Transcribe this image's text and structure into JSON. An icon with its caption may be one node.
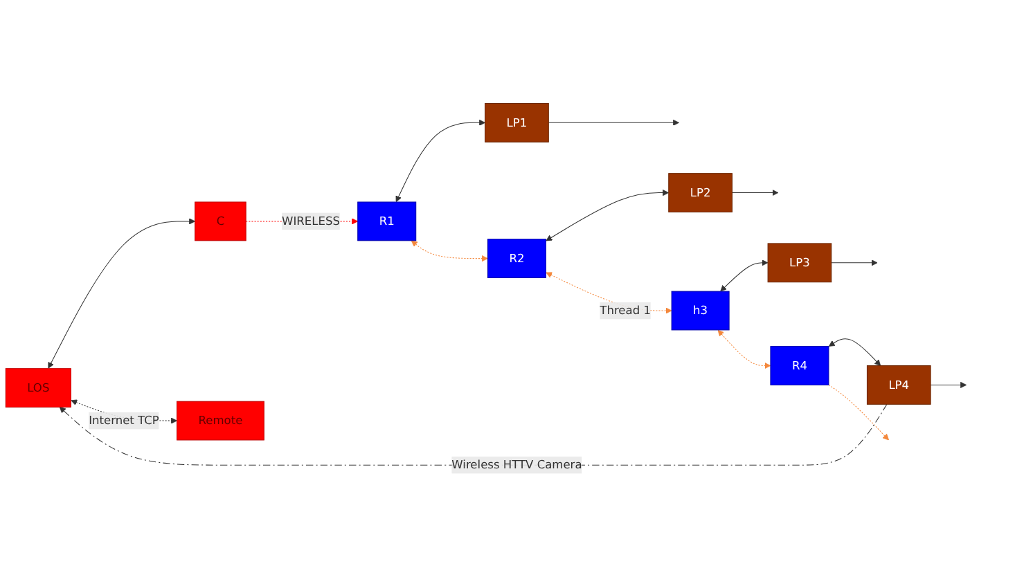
{
  "diagram": {
    "nodes": [
      {
        "text": [
          "LOS"
        ]
      },
      {
        "text": [
          "C"
        ]
      },
      {
        "text": [
          "R1"
        ]
      },
      {
        "text": [
          "LP1"
        ]
      },
      {
        "text": [
          "R2"
        ]
      },
      {
        "text": [
          "LP2"
        ]
      },
      {
        "text": [
          "h3"
        ]
      },
      {
        "text": [
          "LP3"
        ]
      },
      {
        "text": [
          "R4"
        ]
      },
      {
        "text": [
          "LP4"
        ]
      },
      {
        "text": [
          "Remote"
        ]
      }
    ],
    "edges": [
      {
        "from": 0,
        "to": 1,
        "arrow": "both"
      },
      {
        "from": 1,
        "to": 2,
        "arrow": "to",
        "style": "dashed",
        "color": "#ff0000",
        "label": "WIRELESS"
      },
      {
        "from": 2,
        "to": 3,
        "arrow": "both"
      },
      {
        "from": 3,
        "to": null,
        "arrow": "to"
      },
      {
        "from": 2,
        "to": 4,
        "arrow": "both",
        "style": "dashed",
        "color": "#f4883c"
      },
      {
        "from": 4,
        "to": 5,
        "arrow": "both"
      },
      {
        "from": 5,
        "to": null,
        "arrow": "to"
      },
      {
        "from": 4,
        "to": 6,
        "arrow": "both",
        "style": "dashed",
        "color": "#f4883c",
        "label": "Thread 1"
      },
      {
        "from": 6,
        "to": 7,
        "arrow": "both"
      },
      {
        "from": 7,
        "to": null,
        "arrow": "to"
      },
      {
        "from": 6,
        "to": 8,
        "arrow": "both",
        "style": "dashed",
        "color": "#f4883c"
      },
      {
        "from": 8,
        "to": 9,
        "arrow": "both"
      },
      {
        "from": 9,
        "to": null,
        "arrow": "to"
      },
      {
        "from": 8,
        "to": null,
        "arrow": "to",
        "style": "dashed",
        "color": "#f4883c"
      },
      {
        "from": 9,
        "to": 0,
        "arrow": "to",
        "style": "dashed",
        "label": "Wireless HTTV Camera"
      },
      {
        "from": 0,
        "to": 10,
        "arrow": "both",
        "style": "dashed",
        "label": "Internet TCP"
      }
    ]
  }
}
